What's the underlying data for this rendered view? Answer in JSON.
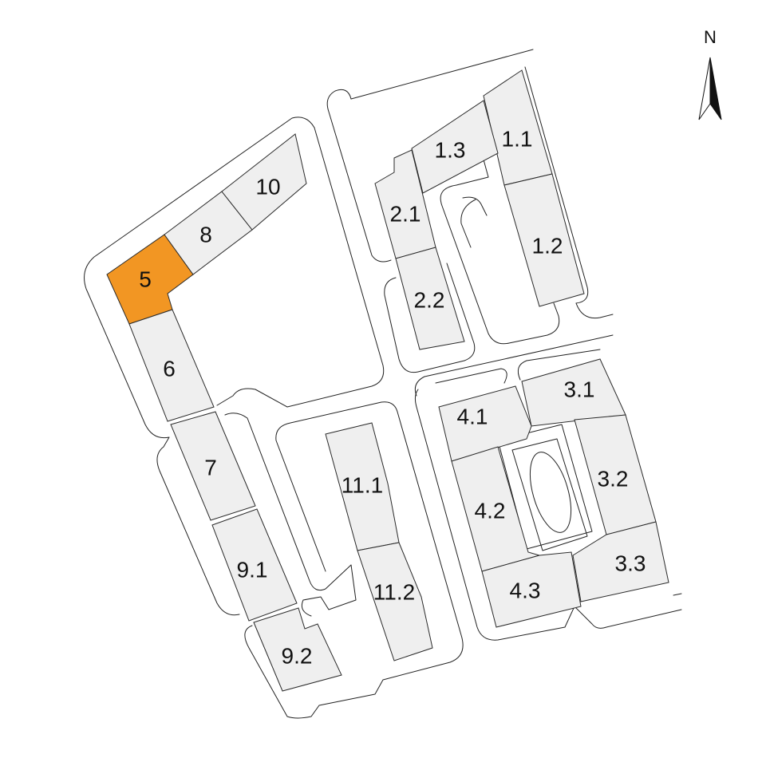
{
  "map": {
    "colors": {
      "plot_fill": "#efefef",
      "selected_fill": "#f29623",
      "outline": "#2a2a2a",
      "road_line": "#222222",
      "background": "#ffffff"
    },
    "compass": {
      "label": "N",
      "icon": "north-arrow-icon"
    },
    "selected_plot": "5",
    "plots": [
      {
        "id": "1.1",
        "label": "1.1"
      },
      {
        "id": "1.2",
        "label": "1.2"
      },
      {
        "id": "1.3",
        "label": "1.3"
      },
      {
        "id": "2.1",
        "label": "2.1"
      },
      {
        "id": "2.2",
        "label": "2.2"
      },
      {
        "id": "3.1",
        "label": "3.1"
      },
      {
        "id": "3.2",
        "label": "3.2"
      },
      {
        "id": "3.3",
        "label": "3.3"
      },
      {
        "id": "4.1",
        "label": "4.1"
      },
      {
        "id": "4.2",
        "label": "4.2"
      },
      {
        "id": "4.3",
        "label": "4.3"
      },
      {
        "id": "5",
        "label": "5"
      },
      {
        "id": "6",
        "label": "6"
      },
      {
        "id": "7",
        "label": "7"
      },
      {
        "id": "8",
        "label": "8"
      },
      {
        "id": "9.1",
        "label": "9.1"
      },
      {
        "id": "9.2",
        "label": "9.2"
      },
      {
        "id": "10",
        "label": "10"
      },
      {
        "id": "11.1",
        "label": "11.1"
      },
      {
        "id": "11.2",
        "label": "11.2"
      }
    ]
  }
}
